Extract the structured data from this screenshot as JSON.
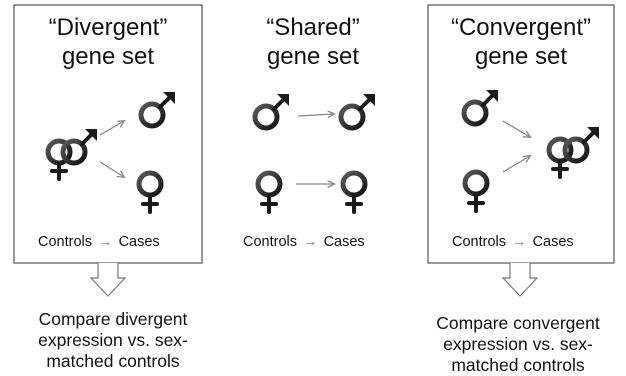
{
  "panels": [
    {
      "id": "divergent",
      "title_line1": "“Divergent”",
      "title_line2": "gene set",
      "axis_from": "Controls",
      "axis_arrow": "→",
      "axis_to": "Cases",
      "note_line1": "Compare divergent",
      "note_line2": "expression vs. sex-",
      "note_line3": "matched controls",
      "boxed": true
    },
    {
      "id": "shared",
      "title_line1": "“Shared”",
      "title_line2": "gene set",
      "axis_from": "Controls",
      "axis_arrow": "→",
      "axis_to": "Cases",
      "boxed": false
    },
    {
      "id": "convergent",
      "title_line1": "“Convergent”",
      "title_line2": "gene set",
      "axis_from": "Controls",
      "axis_arrow": "→",
      "axis_to": "Cases",
      "note_line1": "Compare convergent",
      "note_line2": "expression vs. sex-",
      "note_line3": "matched controls",
      "boxed": true
    }
  ],
  "symbols": {
    "male": "male-symbol",
    "female": "female-symbol",
    "combined": "male-female-combined-symbol"
  },
  "colors": {
    "symbol": "#1a1a1a",
    "arrow": "#888888",
    "box": "#555555"
  }
}
